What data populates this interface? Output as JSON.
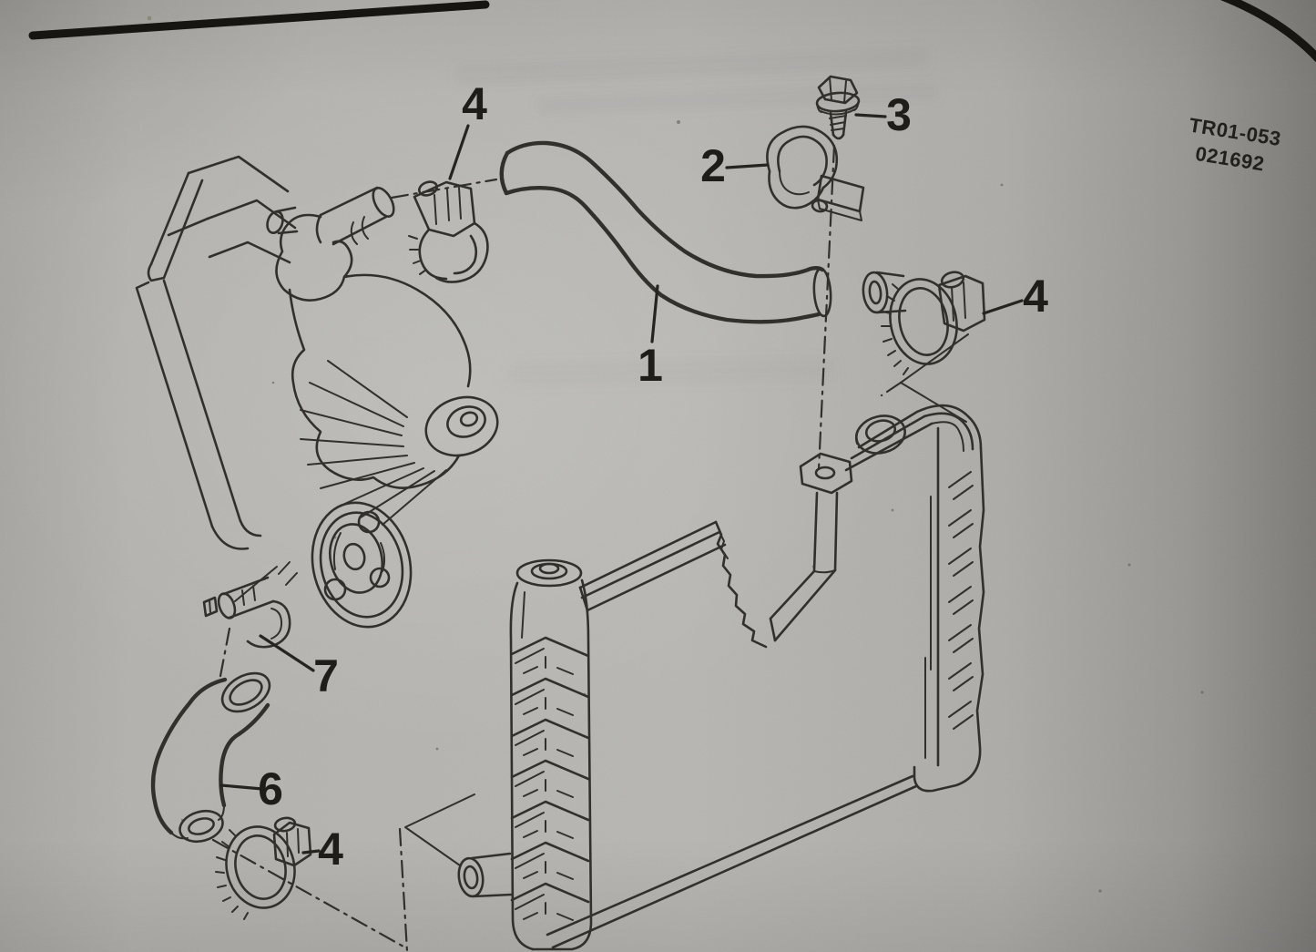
{
  "figure": {
    "code_line1": "TR01-053",
    "code_line2": "021692",
    "callouts": {
      "upper_hose": "1",
      "hose_clamp_bracket": "2",
      "bracket_bolt": "3",
      "clamp_upper_left": "4",
      "clamp_right": "4",
      "clamp_lower_left": "4",
      "bypass_elbow": "6",
      "small_clamp": "7"
    },
    "colors": {
      "paper": "#b2b1ad",
      "ink": "#32302b",
      "page_rule": "#161511"
    }
  }
}
